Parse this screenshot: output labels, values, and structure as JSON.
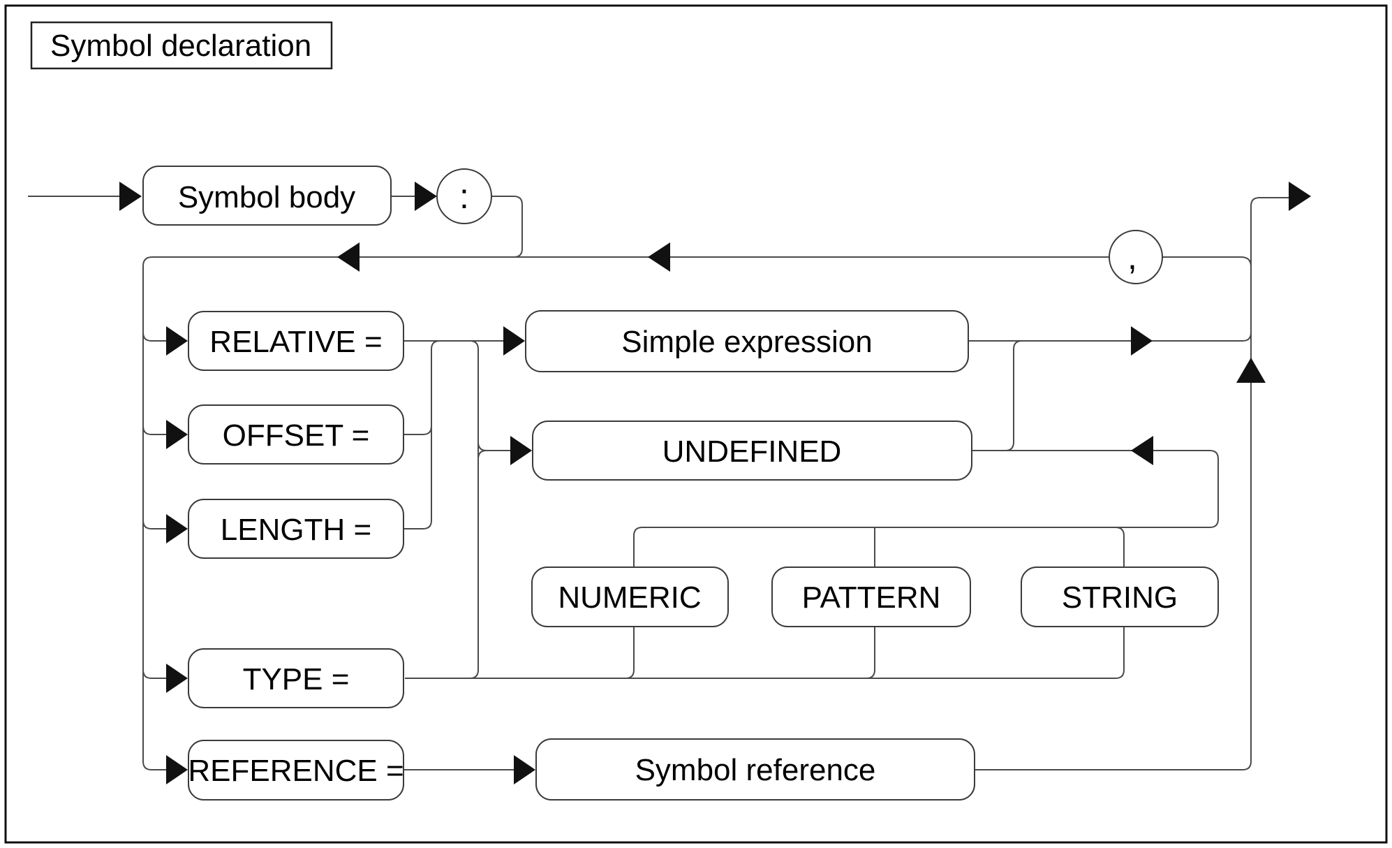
{
  "diagram": {
    "title": "Symbol declaration",
    "type": "railroad-syntax-diagram",
    "labels": {
      "title": "Symbol declaration",
      "symbol_body": "Symbol body",
      "colon": ":",
      "comma": ",",
      "relative": "RELATIVE =",
      "offset": "OFFSET =",
      "length": "LENGTH =",
      "type": "TYPE =",
      "reference": "REFERENCE =",
      "simple_expression": "Simple expression",
      "undefined": "UNDEFINED",
      "numeric": "NUMERIC",
      "pattern": "PATTERN",
      "string": "STRING",
      "symbol_reference": "Symbol reference"
    },
    "rule": {
      "name": "Symbol declaration",
      "sequence": [
        "Symbol body",
        ":"
      ],
      "repeat_separator": ",",
      "alternatives": [
        {
          "keyword": "RELATIVE =",
          "operand_options": [
            "Simple expression",
            "UNDEFINED"
          ]
        },
        {
          "keyword": "OFFSET =",
          "operand_options": [
            "Simple expression",
            "UNDEFINED"
          ]
        },
        {
          "keyword": "LENGTH =",
          "operand_options": [
            "Simple expression",
            "UNDEFINED"
          ]
        },
        {
          "keyword": "TYPE =",
          "operand_options": [
            "NUMERIC",
            "PATTERN",
            "STRING",
            "UNDEFINED"
          ]
        },
        {
          "keyword": "REFERENCE =",
          "operand_options": [
            "Symbol reference"
          ]
        }
      ]
    },
    "colors": {
      "line": "#4a4a4a",
      "box_border": "#3a3a3a",
      "arrow": "#111111",
      "text": "#000000",
      "background": "#ffffff"
    }
  }
}
